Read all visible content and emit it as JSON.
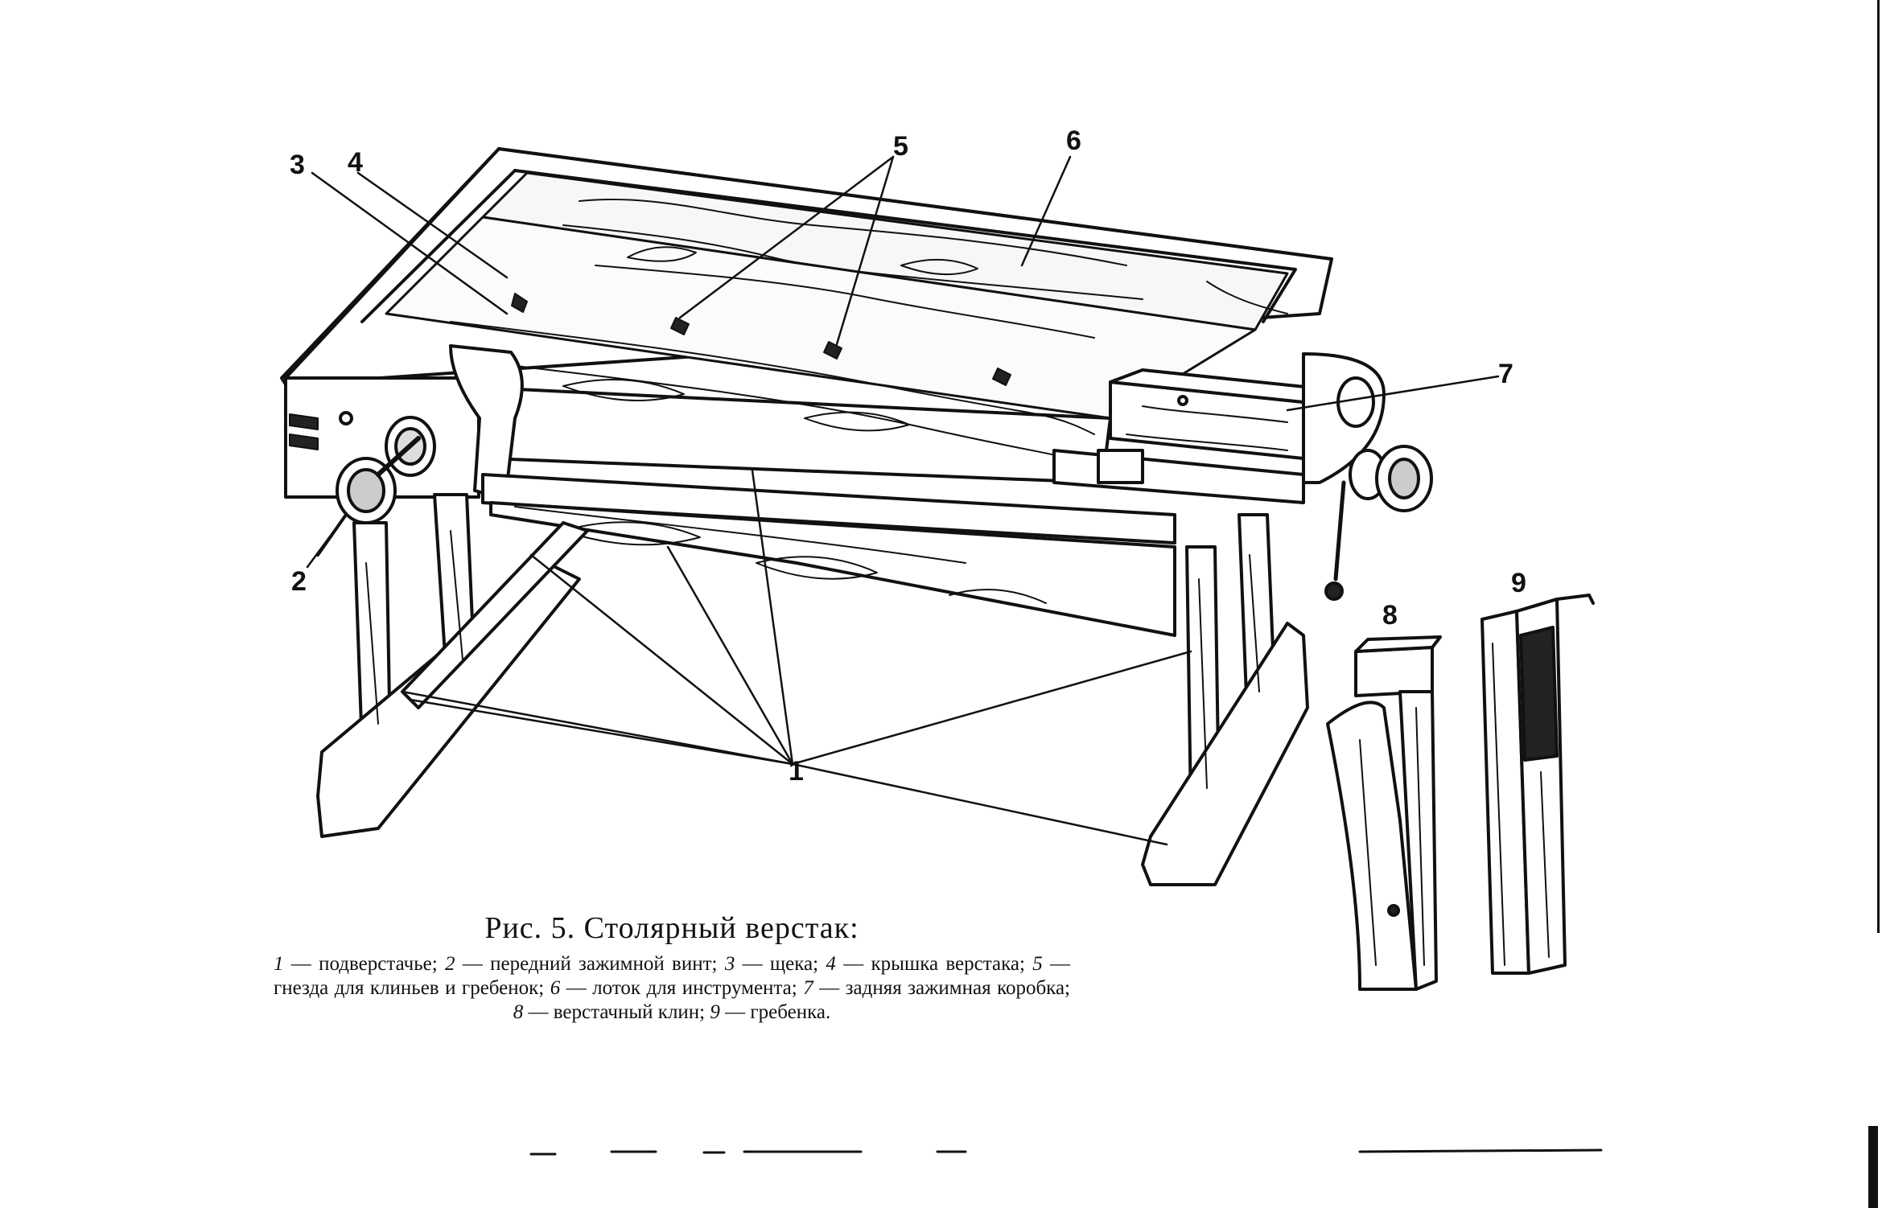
{
  "figure": {
    "callouts": [
      "1",
      "2",
      "3",
      "4",
      "5",
      "6",
      "7",
      "8",
      "9"
    ],
    "caption_title": "Рис. 5. Столярный верстак:",
    "legend": [
      {
        "num": "1",
        "text": " — подверстачье; "
      },
      {
        "num": "2",
        "text": " — передний зажимной винт; "
      },
      {
        "num": "3",
        "text": " — щека; "
      },
      {
        "num": "4",
        "text": " — крышка верстака; "
      },
      {
        "num": "5",
        "text": " — гнезда для клиньев и гребенок; "
      },
      {
        "num": "6",
        "text": " — лоток для инструмента; "
      },
      {
        "num": "7",
        "text": " — задняя зажимная коробка; "
      },
      {
        "num": "8",
        "text": " — верстачный клин; "
      },
      {
        "num": "9",
        "text": " — гребенка."
      }
    ]
  }
}
